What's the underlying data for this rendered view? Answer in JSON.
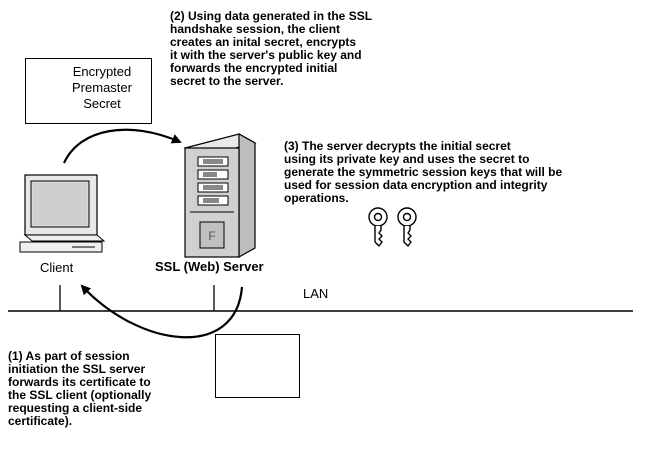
{
  "step2_text": "(2) Using data generated in the SSL\nhandshake session, the client\ncreates an inital secret, encrypts\nit with the server's public key and\nforwards the encrypted initial\nsecret to the server.",
  "step3_text": "(3) The server decrypts the initial secret\nusing its private key and uses the secret to\ngenerate the symmetric session keys that will be\nused for session data encryption and integrity\noperations.",
  "step1_text": "(1) As part of session\ninitiation the SSL server\nforwards its certificate to\nthe SSL client (optionally\nrequesting a client-side\ncertificate).",
  "secret_box_text": "Encrypted\nPremaster\nSecret",
  "client_label": "Client",
  "server_label": "SSL (Web) Server",
  "lan_label": "LAN",
  "icons": [
    "key-icon",
    "computer-icon",
    "server-tower-icon"
  ],
  "colors": {
    "line": "#000000",
    "screen": "#d9d9d9",
    "server_body": "#c8c8c8"
  }
}
